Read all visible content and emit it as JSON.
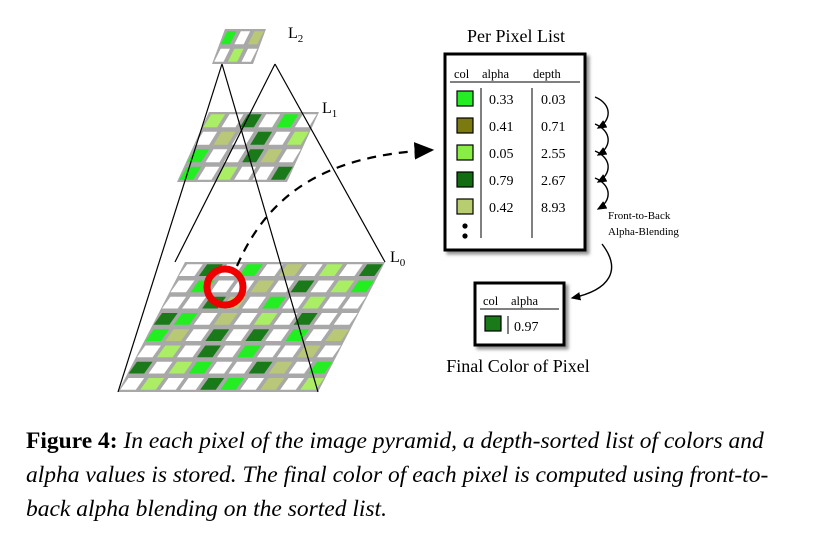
{
  "level_labels": {
    "l2": "L",
    "l2_sub": "2",
    "l1": "L",
    "l1_sub": "1",
    "l0": "L",
    "l0_sub": "0"
  },
  "per_pixel_list": {
    "title": "Per Pixel List",
    "headers": {
      "col": "col",
      "alpha": "alpha",
      "depth": "depth"
    },
    "rows": [
      {
        "color": "#22ee22",
        "alpha": "0.33",
        "depth": "0.03"
      },
      {
        "color": "#7a7a10",
        "alpha": "0.41",
        "depth": "0.71"
      },
      {
        "color": "#88ee44",
        "alpha": "0.05",
        "depth": "2.55"
      },
      {
        "color": "#126c12",
        "alpha": "0.79",
        "depth": "2.67"
      },
      {
        "color": "#b8cc70",
        "alpha": "0.42",
        "depth": "8.93"
      }
    ]
  },
  "blending_label_line1": "Front-to-Back",
  "blending_label_line2": "Alpha-Blending",
  "final": {
    "headers": {
      "col": "col",
      "alpha": "alpha"
    },
    "color": "#1a7a1a",
    "alpha": "0.97",
    "title": "Final Color of Pixel"
  },
  "caption": {
    "label": "Figure 4:",
    "text": "In each pixel of the image pyramid, a depth-sorted list of colors and alpha values is stored. The final color of each pixel is computed using front-to-back alpha blending on the sorted list."
  },
  "colors": {
    "bright_green": "#22ee22",
    "light_green": "#aaee66",
    "dark_green": "#1a7a1a",
    "olive": "#b8c878",
    "grid_gray": "#a8a8a8",
    "highlight_red": "#ee0000"
  }
}
